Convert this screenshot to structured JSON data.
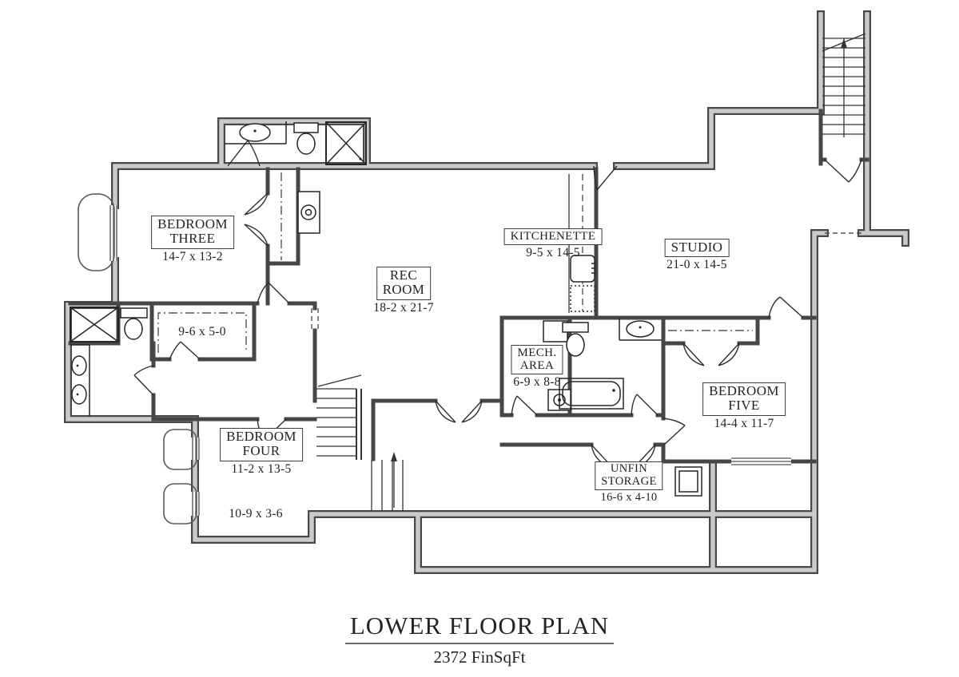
{
  "plan": {
    "title": "LOWER FLOOR PLAN",
    "subtitle": "2372 FinSqFt",
    "rooms": [
      {
        "id": "bedroom-three",
        "line1": "BEDROOM",
        "line2": "THREE",
        "dim": "14-7 x 13-2"
      },
      {
        "id": "rec-room",
        "line1": "REC",
        "line2": "ROOM",
        "dim": "18-2 x 21-7"
      },
      {
        "id": "kitchenette",
        "line1": "KITCHENETTE",
        "line2": "",
        "dim": "9-5 x 14-5"
      },
      {
        "id": "studio",
        "line1": "STUDIO",
        "line2": "",
        "dim": "21-0 x 14-5"
      },
      {
        "id": "mech-area",
        "line1": "MECH.",
        "line2": "AREA",
        "dim": "6-9 x 8-8"
      },
      {
        "id": "bedroom-four",
        "line1": "BEDROOM",
        "line2": "FOUR",
        "dim": "11-2 x 13-5"
      },
      {
        "id": "bedroom-five",
        "line1": "BEDROOM",
        "line2": "FIVE",
        "dim": "14-4 x 11-7"
      },
      {
        "id": "unfin-storage",
        "line1": "UNFIN",
        "line2": "STORAGE",
        "dim": "16-6 x 4-10"
      }
    ],
    "unboxed_dims": [
      {
        "id": "hall-closet",
        "dim": "9-6 x 5-0"
      },
      {
        "id": "bedroom-four-alcove",
        "dim": "10-9 x 3-6"
      }
    ],
    "colors": {
      "wall_outer": "#48494b",
      "wall_fill": "#cbcbc9",
      "wall_interior": "#454648",
      "fixture_line": "#262626",
      "paper": "#ffffff"
    }
  }
}
